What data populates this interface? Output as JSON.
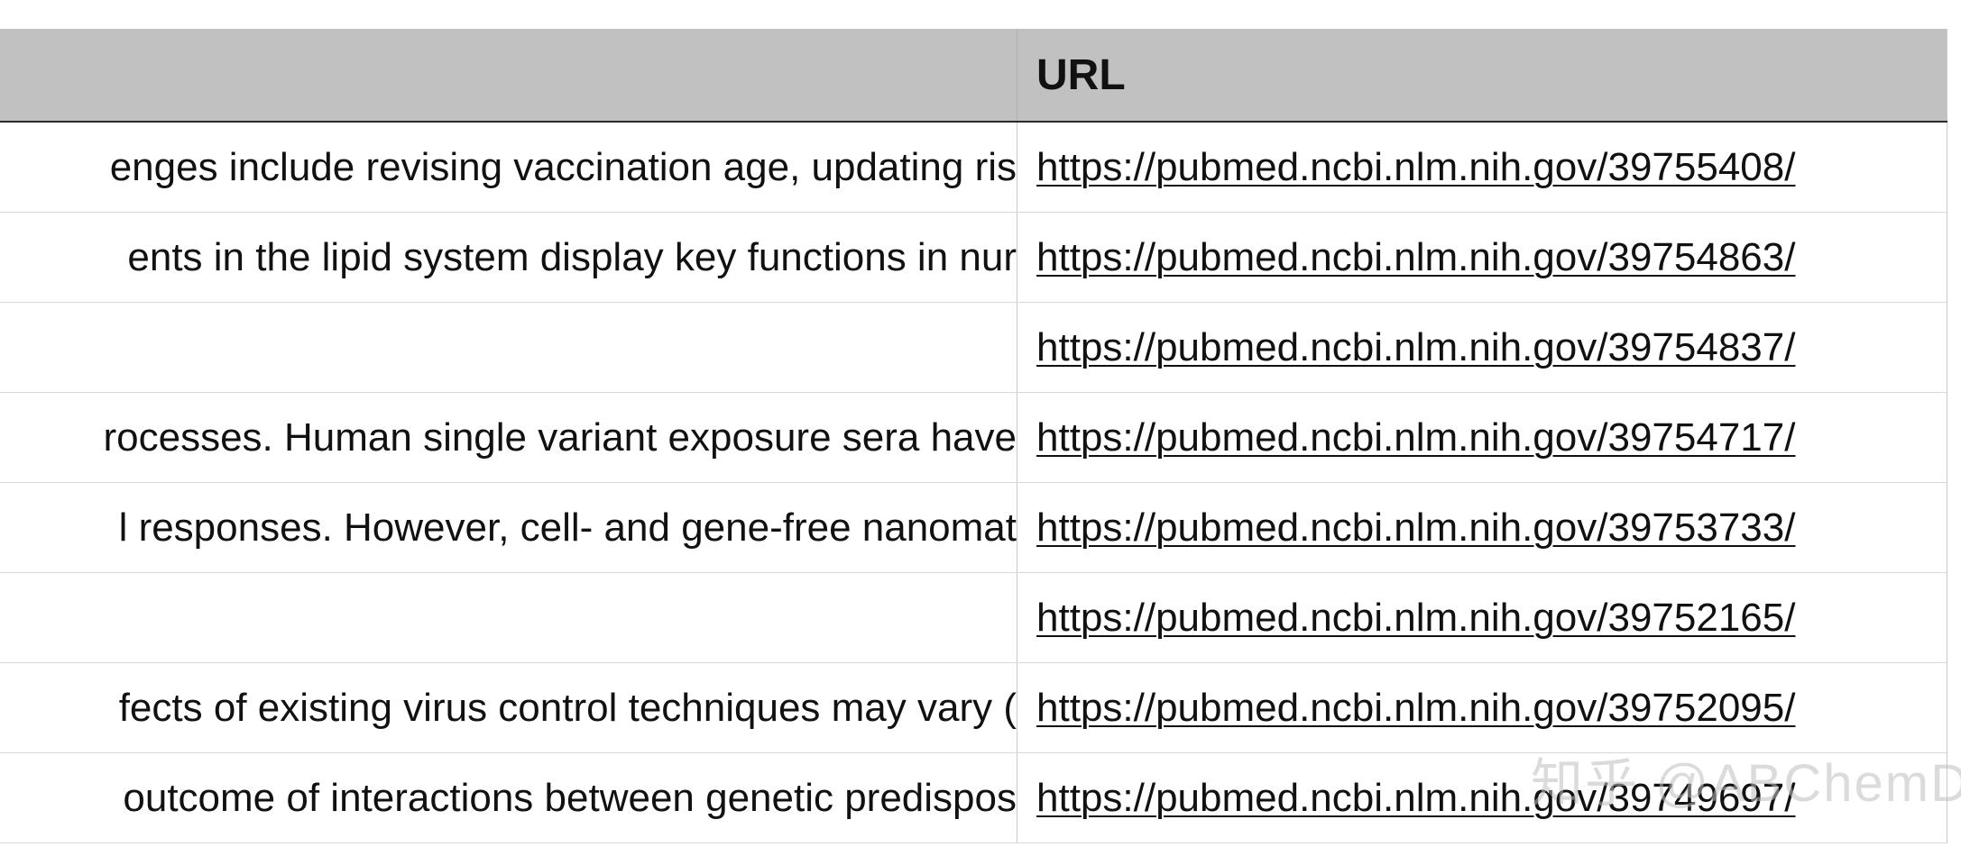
{
  "table": {
    "header": {
      "desc": "",
      "url": "URL"
    },
    "rows": [
      {
        "desc": "enges include revising vaccination age, updating ris",
        "url": "https://pubmed.ncbi.nlm.nih.gov/39755408/"
      },
      {
        "desc": "ents in the lipid system display key functions in nur",
        "url": "https://pubmed.ncbi.nlm.nih.gov/39754863/"
      },
      {
        "desc": "",
        "url": "https://pubmed.ncbi.nlm.nih.gov/39754837/"
      },
      {
        "desc": "rocesses. Human single variant exposure sera have",
        "url": "https://pubmed.ncbi.nlm.nih.gov/39754717/"
      },
      {
        "desc": "l responses. However, cell- and gene-free nanomat",
        "url": "https://pubmed.ncbi.nlm.nih.gov/39753733/"
      },
      {
        "desc": "",
        "url": "https://pubmed.ncbi.nlm.nih.gov/39752165/"
      },
      {
        "desc": "fects of existing virus control techniques may vary (",
        "url": "https://pubmed.ncbi.nlm.nih.gov/39752095/"
      },
      {
        "desc": "outcome of interactions between genetic predispos",
        "url": "https://pubmed.ncbi.nlm.nih.gov/39749697/"
      }
    ]
  },
  "watermark": "知乎 @ABChemD"
}
